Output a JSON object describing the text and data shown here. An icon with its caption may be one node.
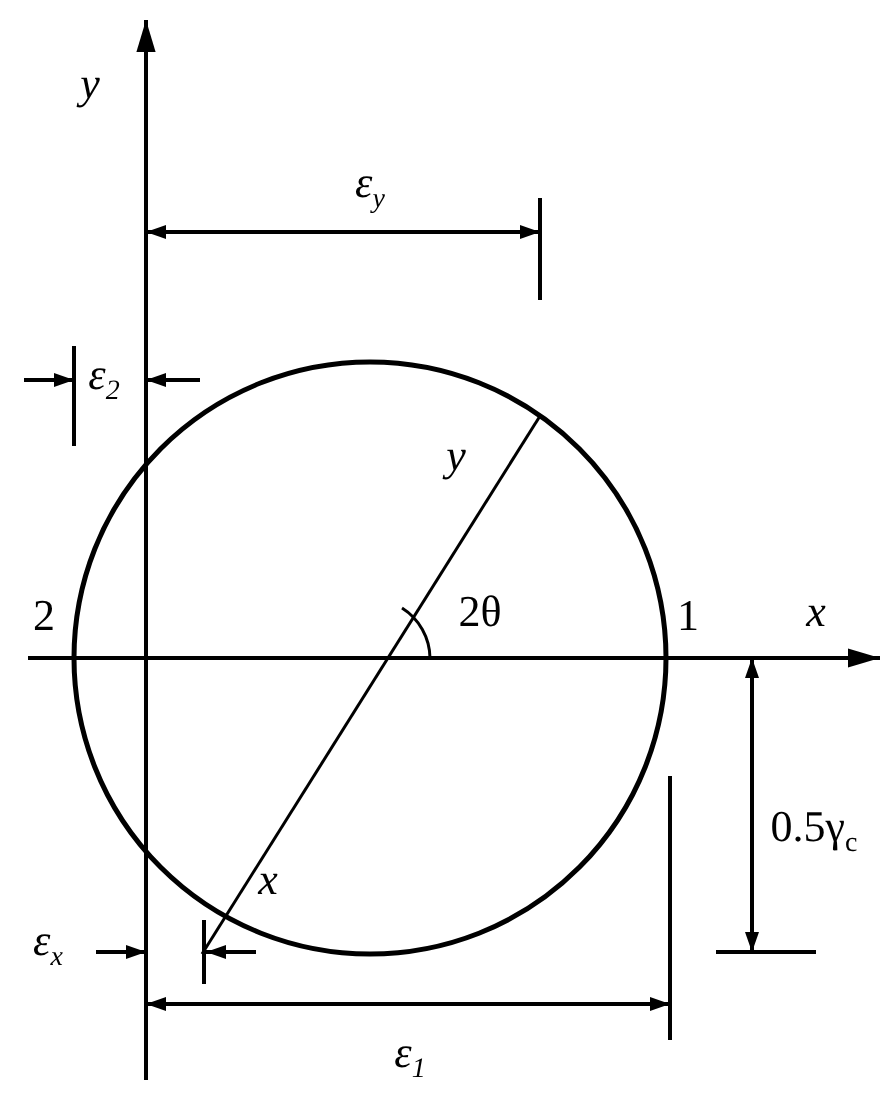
{
  "diagram": {
    "labels": [
      "y",
      "ε$_{y}$",
      "ε$_{2}$",
      "y",
      "2θ",
      "2",
      "1",
      "x",
      "0.5γ$_{c}$",
      "x",
      "ε$_{x}$",
      "ε$_{1}$"
    ]
  }
}
